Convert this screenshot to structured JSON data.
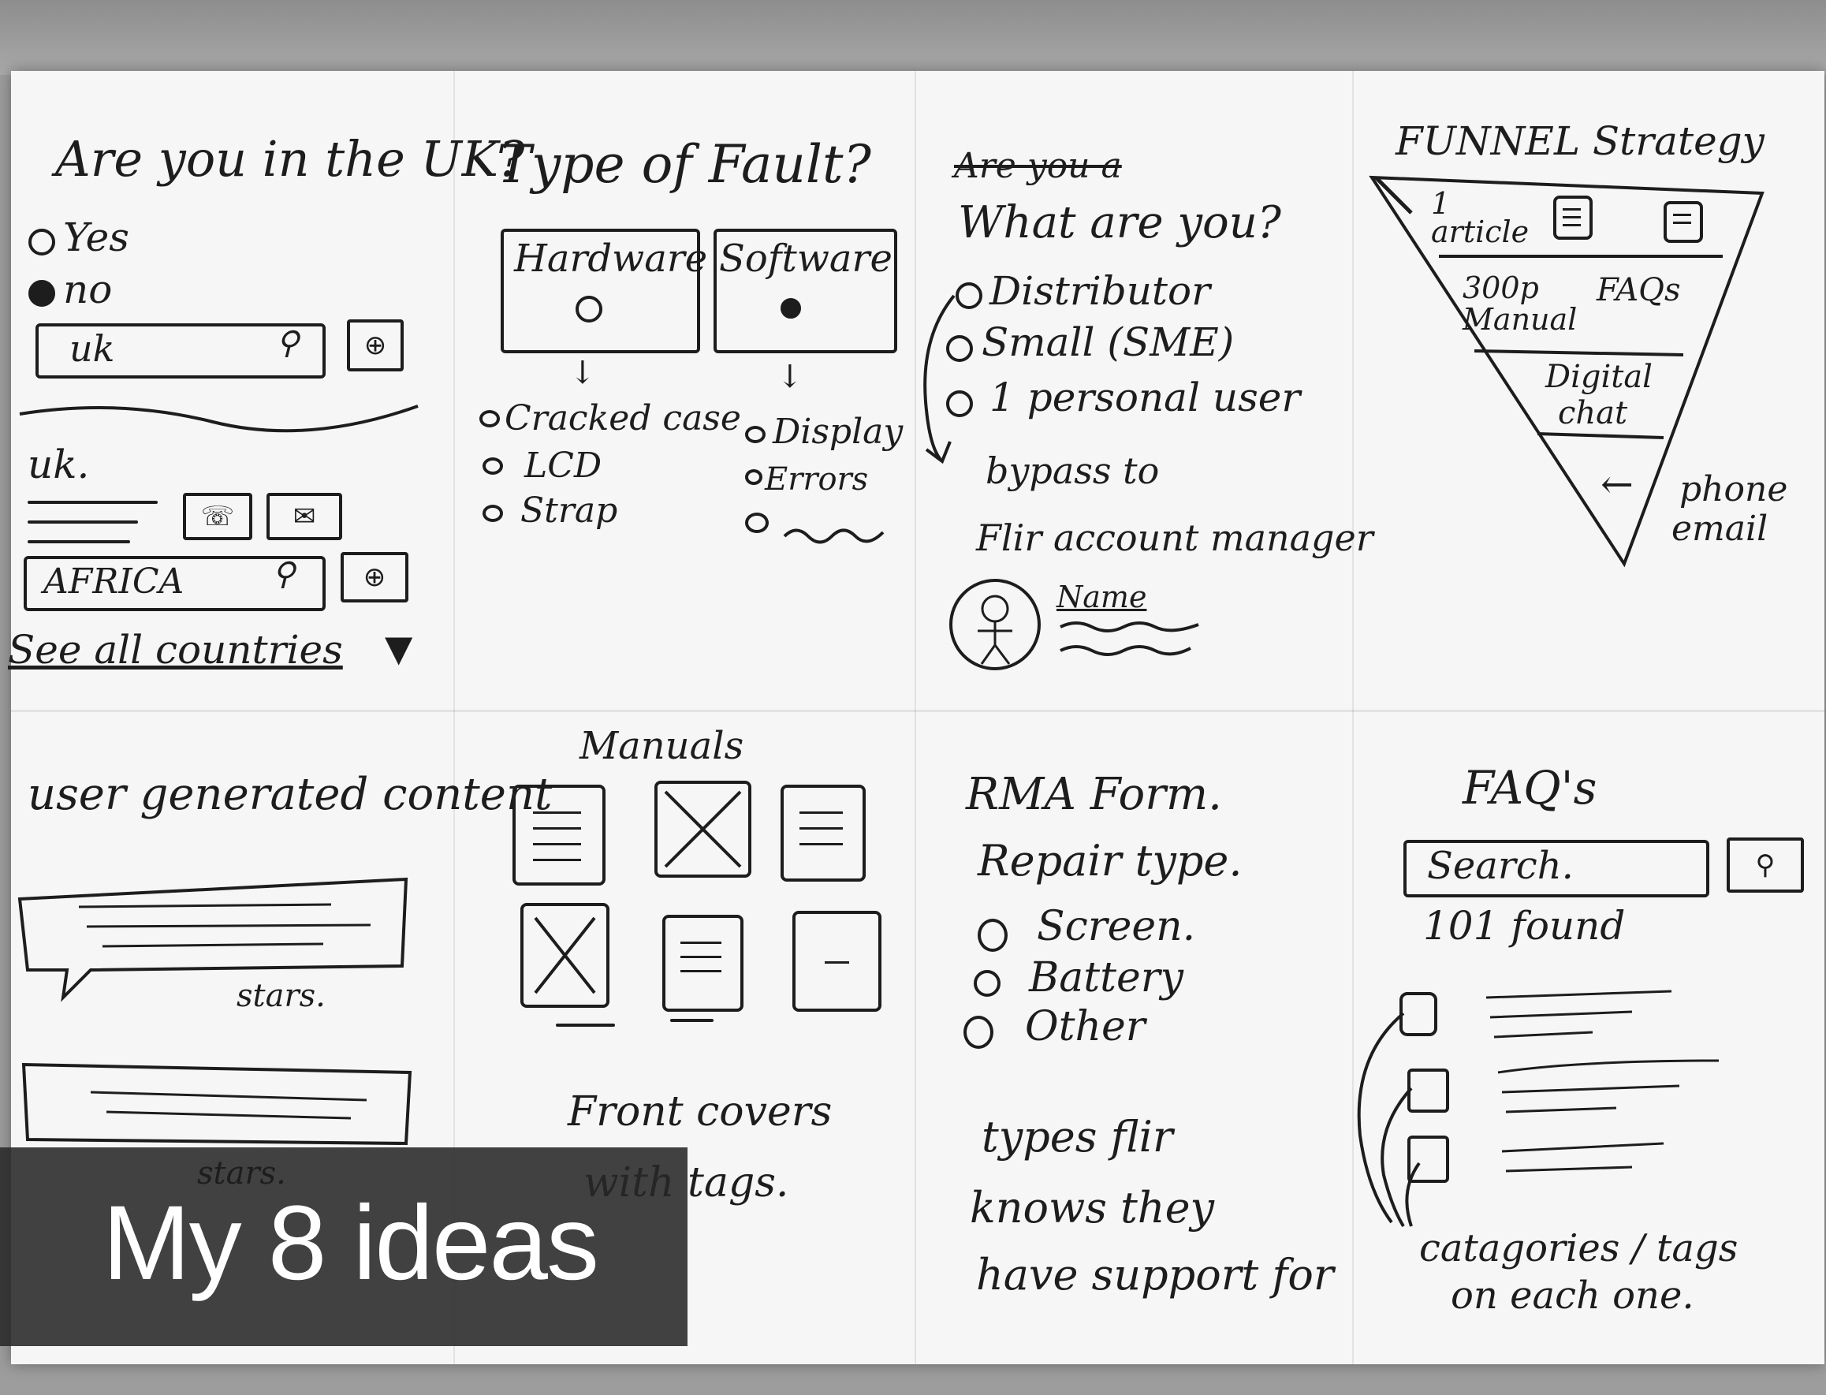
{
  "caption": "My 8 ideas",
  "panels": {
    "uk": {
      "title": "Are you in the UK?",
      "yes": "Yes",
      "no": "no",
      "search1": "uk",
      "region": "uk.",
      "search2": "AFRICA",
      "link": "See all countries"
    },
    "fault": {
      "title": "Type of Fault?",
      "hardware": "Hardware",
      "software": "Software",
      "hw_options": [
        "Cracked case",
        "LCD",
        "Strap"
      ],
      "sw_options": [
        "Display",
        "Errors"
      ]
    },
    "who": {
      "struck": "Are you a",
      "title": "What are you?",
      "options": [
        "Distributor",
        "Small (SME)",
        "1 personal user"
      ],
      "bypass1": "bypass to",
      "bypass2": "Flir account manager",
      "name": "Name"
    },
    "funnel": {
      "title": "FUNNEL Strategy",
      "row1": "1 article",
      "row2a": "300p Manual",
      "row2b": "FAQs",
      "row3": "Digital chat",
      "phone": "phone",
      "email": "email"
    },
    "ugc": {
      "title": "user generated content",
      "stars1": "stars.",
      "stars2": "stars."
    },
    "manuals": {
      "title": "Manuals",
      "note1": "Front covers",
      "note2": "with tags."
    },
    "rma": {
      "title": "RMA Form.",
      "subtitle": "Repair type.",
      "options": [
        "Screen.",
        "Battery",
        "Other"
      ],
      "note1": "types flir",
      "note2": "knows they",
      "note3": "have support for"
    },
    "faq": {
      "title": "FAQ's",
      "search": "Search.",
      "found": "101 found",
      "note1": "catagories / tags",
      "note2": "on each one."
    }
  }
}
